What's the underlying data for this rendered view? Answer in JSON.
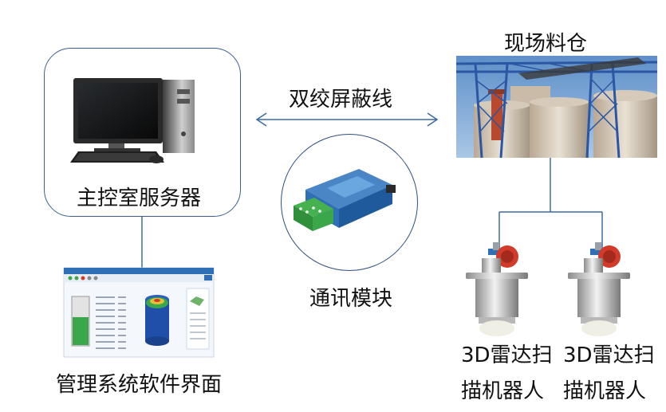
{
  "labels": {
    "server": "主控室服务器",
    "cable": "双绞屏蔽线",
    "site": "现场料仓",
    "module": "通讯模块",
    "software": "管理系统软件界面",
    "robot_a_line1": "3D雷达扫",
    "robot_a_line2": "描机器人",
    "robot_b_line1": "3D雷达扫",
    "robot_b_line2": "描机器人"
  },
  "colors": {
    "border": "#3a5f8f",
    "connector": "#3b6aa0",
    "accent_blue": "#2f6fb5",
    "accent_green": "#3aa84a",
    "robot_red": "#d23a2a"
  }
}
